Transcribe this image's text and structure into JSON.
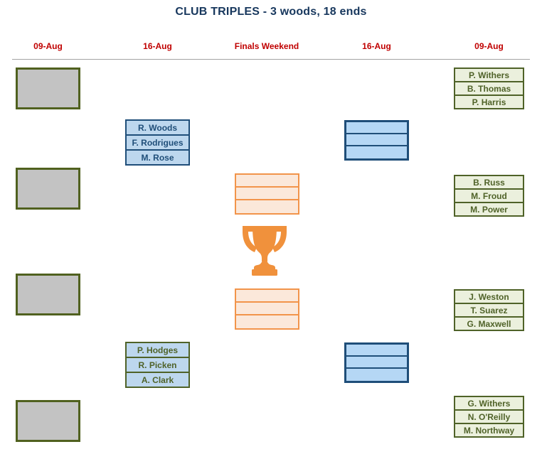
{
  "title": {
    "text": "CLUB TRIPLES - 3 woods, 18 ends"
  },
  "round_headers": [
    {
      "label": "09-Aug"
    },
    {
      "label": "16-Aug"
    },
    {
      "label": "Finals Weekend"
    },
    {
      "label": "16-Aug"
    },
    {
      "label": "09-Aug"
    }
  ],
  "teams": {
    "r_woods": {
      "players": [
        "R. Woods",
        "F. Rodrigues",
        "M. Rose"
      ]
    },
    "p_hodges": {
      "players": [
        "P. Hodges",
        "R. Picken",
        "A. Clark"
      ]
    },
    "p_withers": {
      "players": [
        "P. Withers",
        "B. Thomas",
        "P. Harris"
      ]
    },
    "b_russ": {
      "players": [
        "B. Russ",
        "M. Froud",
        "M. Power"
      ]
    },
    "j_weston": {
      "players": [
        "J. Weston",
        "T. Suarez",
        "G. Maxwell"
      ]
    },
    "g_withers": {
      "players": [
        "G. Withers",
        "N. O'Reilly",
        "M. Northway"
      ]
    }
  },
  "empty_slots": {
    "round1_left_gray": 4,
    "semifinal_right_blue": 2,
    "final_orange": 2,
    "rows_per_slot": 3
  },
  "icons": {
    "trophy": "trophy-icon"
  },
  "colors": {
    "title_text": "#17375D",
    "header_text": "#C00000",
    "divider": "#A3A3A3",
    "gray_fill": "#C3C3C3",
    "olive_border": "#4F6228",
    "green_fill": "#EBF0DD",
    "blue_fill": "#BDD7EE",
    "blue_empty_fill": "#B5D7F5",
    "navy_border": "#1F4E79",
    "orange_border": "#F2944A",
    "orange_fill": "#FBE8DA",
    "trophy": "#F0913C"
  }
}
